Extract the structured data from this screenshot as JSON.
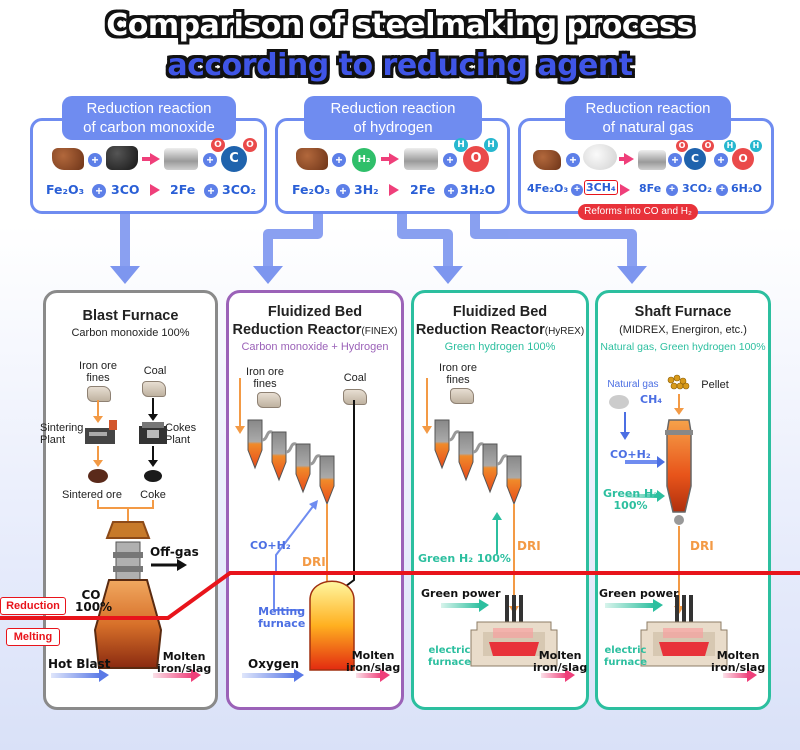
{
  "title": {
    "line1": "Comparison of steelmaking process",
    "line2": "according to reducing agent"
  },
  "reactions": [
    {
      "title": "Reduction reaction of carbon monoxide",
      "title_l1": "Reduction reaction",
      "title_l2": "of carbon monoxide",
      "eq": [
        "Fe2O3",
        "+",
        "3CO",
        "→",
        "2Fe",
        "+",
        "3CO2"
      ]
    },
    {
      "title": "Reduction reaction of hydrogen",
      "title_l1": "Reduction reaction",
      "title_l2": "of hydrogen",
      "eq": [
        "Fe2O3",
        "+",
        "3H2",
        "→",
        "2Fe",
        "+",
        "3H2O"
      ]
    },
    {
      "title": "Reduction reaction of natural gas",
      "title_l1": "Reduction reaction",
      "title_l2": "of natural gas",
      "eq": [
        "4Fe2O3",
        "+",
        "3CH4",
        "→",
        "8Fe",
        "+",
        "3CO2",
        "+",
        "6H2O"
      ],
      "note": "Reforms into CO and H₂"
    }
  ],
  "atoms": {
    "C": "C",
    "O": "O",
    "H": "H",
    "H2": "H₂"
  },
  "eq_text": {
    "r1": {
      "a": "Fe₂O₃",
      "b": "3CO",
      "c": "2Fe",
      "d": "3CO₂"
    },
    "r2": {
      "a": "Fe₂O₃",
      "b": "3H₂",
      "c": "2Fe",
      "d": "3H₂O"
    },
    "r3": {
      "a": "4Fe₂O₃",
      "b": "3CH₄",
      "c": "8Fe",
      "d": "3CO₂",
      "e": "6H₂O"
    }
  },
  "panels": [
    {
      "title": "Blast Furnace",
      "subtitle": "Carbon monoxide 100%",
      "labels": {
        "ore": "Iron ore fines",
        "ore_l1": "Iron ore",
        "ore_l2": "fines",
        "coal": "Coal",
        "sinter": "Sintering Plant",
        "sinter_l1": "Sintering",
        "sinter_l2": "Plant",
        "cokes": "Cokes Plant",
        "cokes_l1": "Cokes",
        "cokes_l2": "Plant",
        "sintered": "Sintered ore",
        "coke": "Coke",
        "offgas": "Off-gas",
        "co": "CO 100%",
        "co_l1": "CO",
        "co_l2": "100%",
        "hotblast": "Hot Blast",
        "molten": "Molten iron/slag",
        "molten_l1": "Molten",
        "molten_l2": "iron/slag"
      }
    },
    {
      "title": "Fluidized Bed Reduction Reactor(FINEX)",
      "title_l1": "Fluidized Bed",
      "title_l2": "Reduction Reactor",
      "title_tag": "(FINEX)",
      "subtitle": "Carbon monoxide + Hydrogen",
      "labels": {
        "ore_l1": "Iron ore",
        "ore_l2": "fines",
        "coal": "Coal",
        "coh2": "CO+H₂",
        "dri": "DRI",
        "melt_l1": "Melting",
        "melt_l2": "furnace",
        "oxygen": "Oxygen",
        "molten_l1": "Molten",
        "molten_l2": "iron/slag"
      }
    },
    {
      "title": "Fluidized Bed Reduction Reactor(HyREX)",
      "title_l1": "Fluidized Bed",
      "title_l2": "Reduction Reactor",
      "title_tag": "(HyREX)",
      "subtitle": "Green hydrogen 100%",
      "labels": {
        "ore_l1": "Iron ore",
        "ore_l2": "fines",
        "greenh2": "Green H₂ 100%",
        "dri": "DRI",
        "greenpower": "Green power",
        "elec_l1": "electric",
        "elec_l2": "furnace",
        "molten_l1": "Molten",
        "molten_l2": "iron/slag"
      }
    },
    {
      "title": "Shaft Furnace (MIDREX, Energiron, etc.)",
      "title_l1": "Shaft Furnace",
      "title_l2": "(MIDREX, Energiron, etc.)",
      "subtitle": "Natural gas, Green hydrogen 100%",
      "labels": {
        "natgas": "Natural gas",
        "pellet": "Pellet",
        "ch4": "CH₄",
        "coh2": "CO+H₂",
        "greenh2_l1": "Green H₂",
        "greenh2_l2": "100%",
        "dri": "DRI",
        "greenpower": "Green power",
        "elec_l1": "electric",
        "elec_l2": "furnace",
        "molten_l1": "Molten",
        "molten_l2": "iron/slag"
      }
    }
  ],
  "side_labels": {
    "reduction": "Reduction",
    "melting": "Melting"
  },
  "colors": {
    "accent_blue": "#6f8cf0",
    "reduction_line": "#e8141b",
    "pink": "#ef3f7a",
    "green": "#2cbf9f",
    "purple": "#9b62b8",
    "orange": "#f39a45"
  }
}
